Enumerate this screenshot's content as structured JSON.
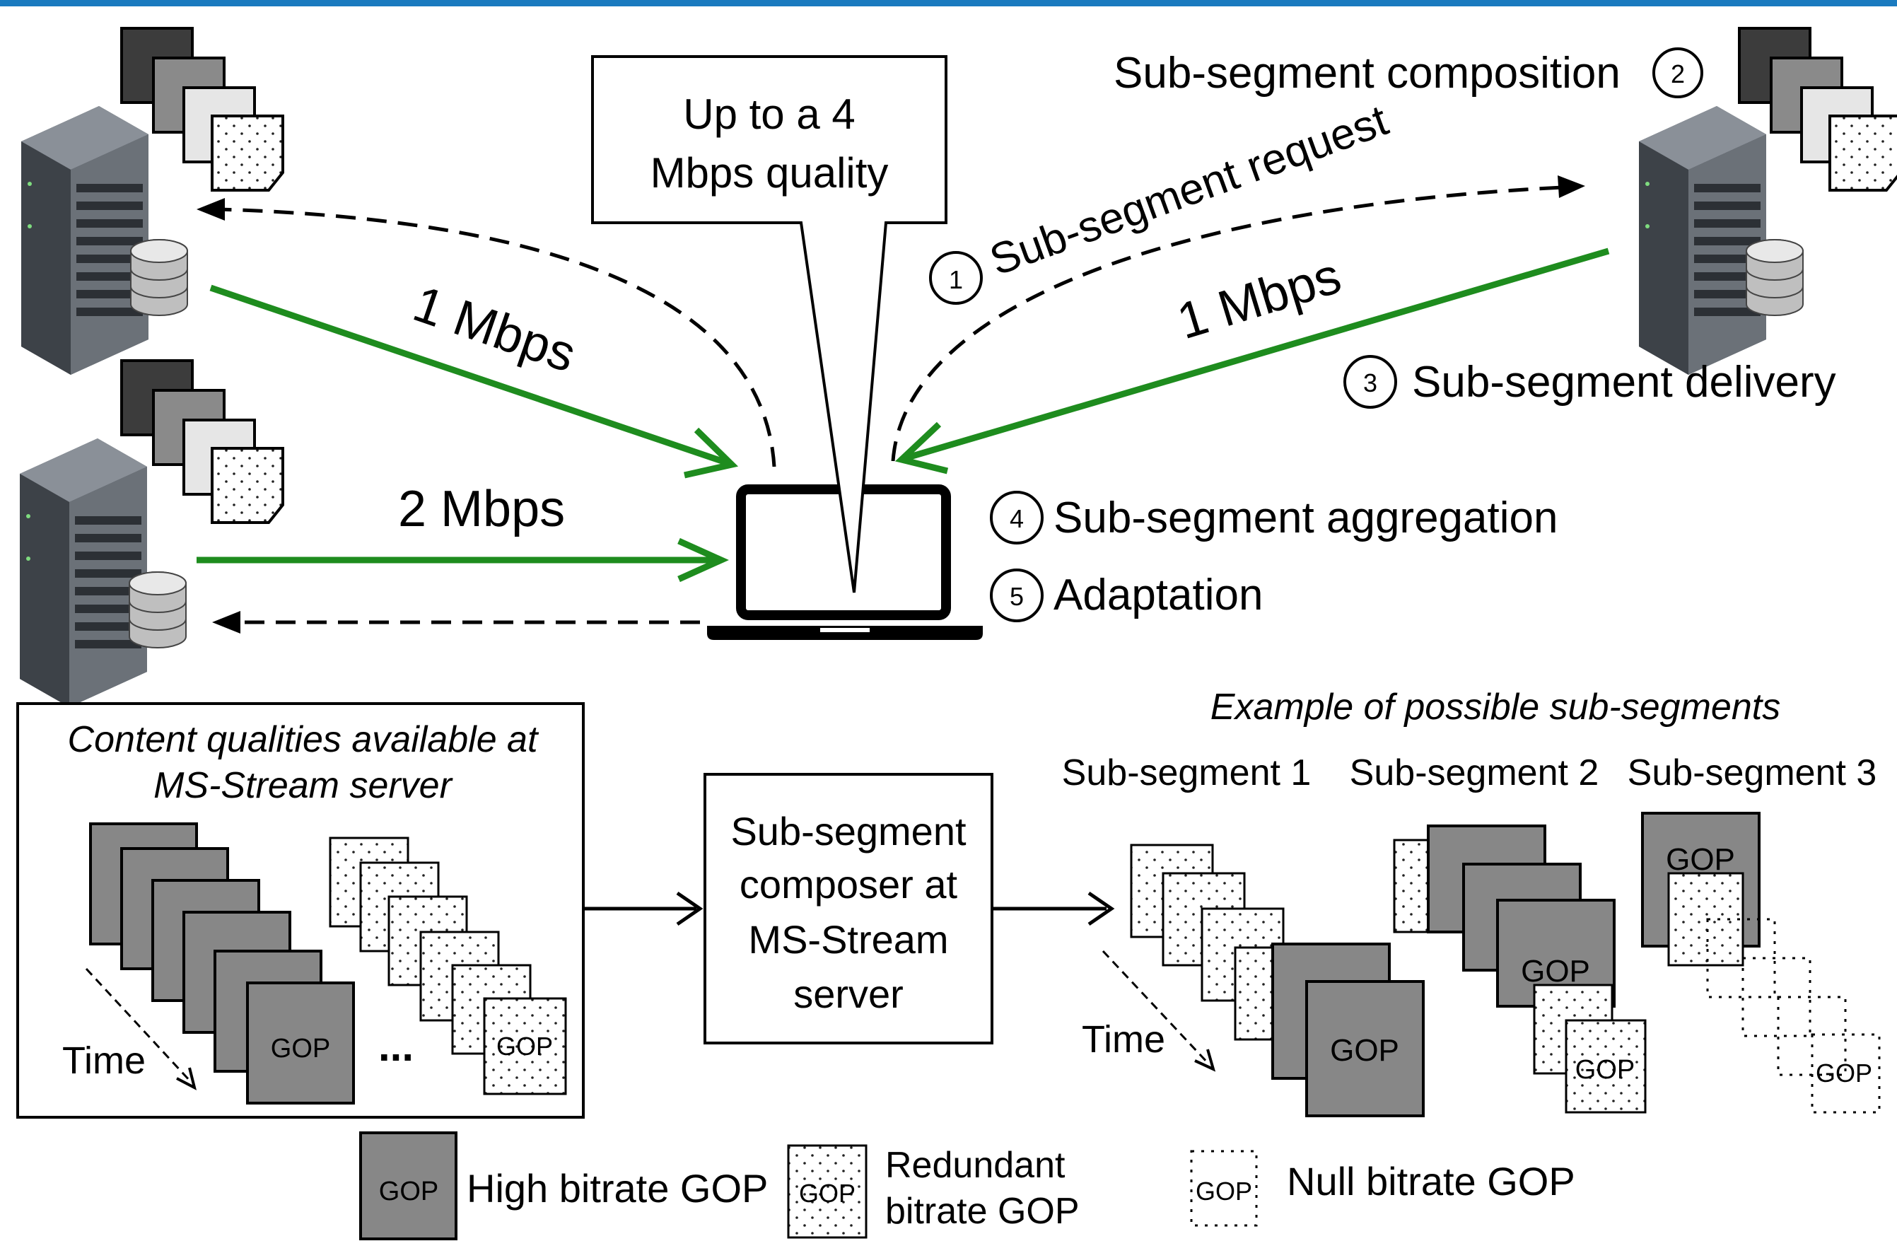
{
  "colors": {
    "top_bar": "#1a7abf",
    "green_arrow": "#1e8c1e",
    "gop_high": "#878787",
    "server_body": "#5a5f66",
    "doc_dark": "#3c3c3c",
    "doc_mid": "#8a8a8a",
    "doc_light": "#e6e6e6"
  },
  "callout": {
    "line1": "Up to a 4",
    "line2": "Mbps quality"
  },
  "links": {
    "left_top_rate": "1 Mbps",
    "left_bottom_rate": "2 Mbps",
    "right_rate": "1 Mbps"
  },
  "steps": [
    {
      "num": "1",
      "label": "Sub-segment request"
    },
    {
      "num": "2",
      "label": "Sub-segment composition"
    },
    {
      "num": "3",
      "label": "Sub-segment delivery"
    },
    {
      "num": "4",
      "label": "Sub-segment aggregation"
    },
    {
      "num": "5",
      "label": "Adaptation"
    }
  ],
  "content_box": {
    "title_line1": "Content qualities available at",
    "title_line2": "MS-Stream server",
    "time_label": "Time",
    "gop_label": "GOP",
    "ellipsis": "..."
  },
  "composer": {
    "line1": "Sub-segment",
    "line2": "composer at",
    "line3": "MS-Stream",
    "line4": "server"
  },
  "examples": {
    "title": "Example of possible sub-segments",
    "sub1": "Sub-segment 1",
    "sub2": "Sub-segment 2",
    "sub3": "Sub-segment 3",
    "time_label": "Time"
  },
  "legend": {
    "gop": "GOP",
    "high": "High bitrate GOP",
    "redundant_line1": "Redundant",
    "redundant_line2": "bitrate GOP",
    "null": "Null bitrate GOP"
  },
  "icons": [
    "server-icon",
    "document-stack-icon",
    "laptop-icon",
    "database-icon"
  ]
}
